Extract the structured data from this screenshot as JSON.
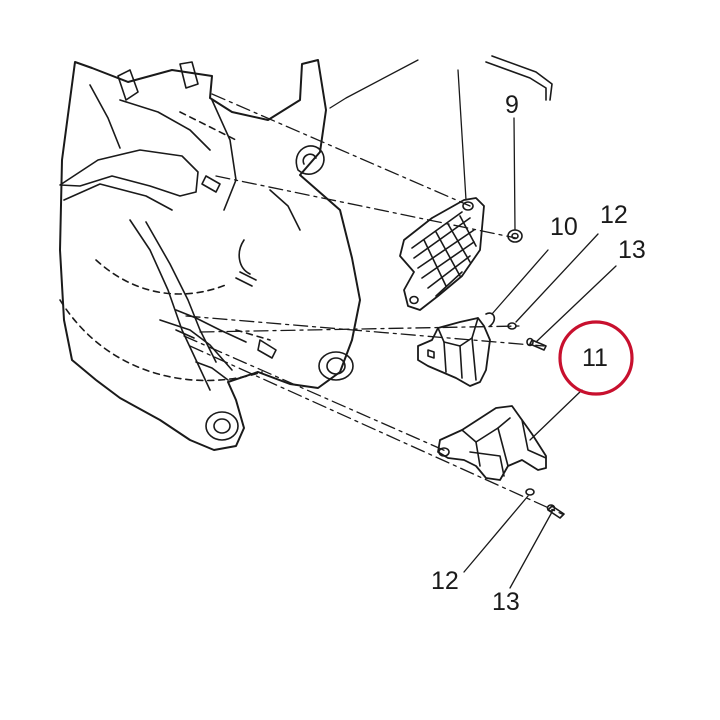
{
  "diagram": {
    "callouts": {
      "c9": "9",
      "c10": "10",
      "c12_top": "12",
      "c13_top": "13",
      "c11": "11",
      "c12_bottom": "12",
      "c13_bottom": "13"
    },
    "highlight_color": "#c8102e",
    "line_color": "#1a1a1a"
  }
}
